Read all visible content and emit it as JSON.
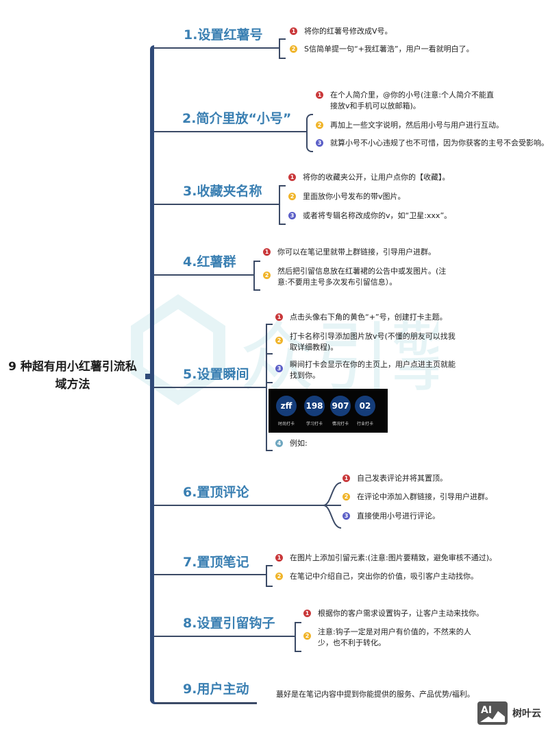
{
  "root": {
    "title": "9 种超有用小红薯引流私域方法"
  },
  "branches": [
    {
      "title": "1.设置红薯号",
      "items": [
        {
          "n": "1",
          "text": "将你的红薯号修改成V号。"
        },
        {
          "n": "2",
          "text": "S信简单提一句“+我红薯浩”，用户一看就明白了。"
        }
      ]
    },
    {
      "title": "2.简介里放“小号”",
      "items": [
        {
          "n": "1",
          "text": "在个人简介里，@你的小号(注意:个人简介不能直接放v和手机可以放邮箱)。"
        },
        {
          "n": "2",
          "text": "再加上一些文字说明，然后用小号与用户进行互动。"
        },
        {
          "n": "3",
          "text": "就算小号不小心违规了也不可惜，因为你获客的主号不会受影响。"
        }
      ]
    },
    {
      "title": "3.收藏夹名称",
      "items": [
        {
          "n": "1",
          "text": "将你的收藏夹公开，让用户点你的【收藏】。"
        },
        {
          "n": "2",
          "text": "里面放你小号发布的带v图片。"
        },
        {
          "n": "3",
          "text": "或者将专辑名称改成你的v，如“卫星:xxx”。"
        }
      ]
    },
    {
      "title": "4.红薯群",
      "items": [
        {
          "n": "1",
          "text": "你可以在笔记里就带上群链接，引导用户进群。"
        },
        {
          "n": "2",
          "text": "然后把引留信息放在红薯裙的公告中或发图片。(注意:不要用主号多次发布引留信息）。"
        }
      ]
    },
    {
      "title": "5.设置瞬间",
      "items": [
        {
          "n": "1",
          "text": "点击头像右下角的黄色“+”号，创建打卡主题。"
        },
        {
          "n": "2",
          "text": "打卡名称引导添加图片放v号(不懂的朋友可以找我取详细教程)。"
        },
        {
          "n": "3",
          "text": "瞬间打卡会显示在你的主页上，用户点进主页就能找到你。"
        },
        {
          "n": "4",
          "text": "例如:"
        }
      ],
      "checkins": [
        {
          "value": "zff",
          "label": "时尚打卡"
        },
        {
          "value": "198",
          "label": "学习打卡"
        },
        {
          "value": "907",
          "label": "情况打卡"
        },
        {
          "value": "02",
          "label": "行业打卡"
        }
      ]
    },
    {
      "title": "6.置顶评论",
      "items": [
        {
          "n": "1",
          "text": "自己发表评论并将其置顶。"
        },
        {
          "n": "2",
          "text": "在评论中添加入群链接，引导用户进群。"
        },
        {
          "n": "3",
          "text": "直接使用小号进行评论。"
        }
      ]
    },
    {
      "title": "7.置顶笔记",
      "items": [
        {
          "n": "1",
          "text": "在图片上添加引留元素:(注意:图片要精致，避免审核不通过)。"
        },
        {
          "n": "2",
          "text": "在笔记中介绍自己，突出你的价值，吸引客户主动找你。"
        }
      ]
    },
    {
      "title": "8.设置引留钩子",
      "items": [
        {
          "n": "1",
          "text": "根据你的客户需求设置钩子，让客户主动来找你。"
        },
        {
          "n": "2",
          "text": "注意:钩子一定是对用户有价值的，不然来的人少，也不利于转化。"
        }
      ]
    },
    {
      "title": "9.用户主动",
      "note": "蕞好是在笔记内容中提到你能提供的服务、产品优势/福利。"
    }
  ],
  "branding": {
    "logo_mark": "AI",
    "logo_text": "树叶云"
  },
  "colors": {
    "trunk": "#2f4a78",
    "title": "#3a7fb2",
    "badge1": "#c9383a",
    "badge2": "#f0b429",
    "badge3": "#5b5fc7",
    "badge4": "#6fa7c0"
  }
}
